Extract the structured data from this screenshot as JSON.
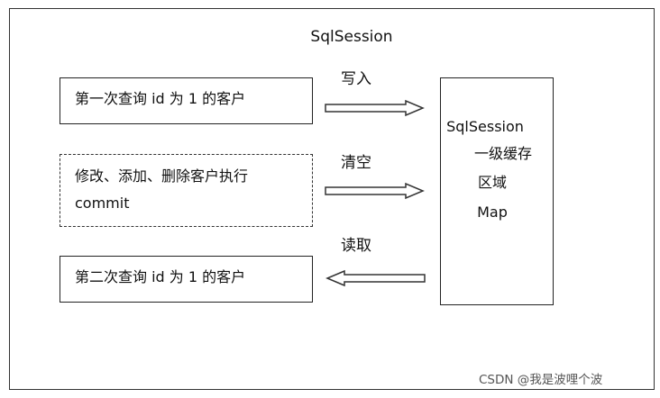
{
  "diagram": {
    "title": "SqlSession",
    "steps": [
      {
        "lines": [
          "第一次查询 id 为 1 的客户"
        ]
      },
      {
        "lines": [
          "修改、添加、删除客户执行",
          "commit"
        ]
      },
      {
        "lines": [
          "第二次查询 id 为 1 的客户"
        ]
      }
    ],
    "arrows": [
      {
        "label": "写入"
      },
      {
        "label": "清空"
      },
      {
        "label": "读取"
      }
    ],
    "cache": {
      "lines": [
        "SqlSession",
        "一级缓存",
        "区域",
        "Map"
      ]
    }
  },
  "watermark": "CSDN @我是波哩个波",
  "colors": {
    "stroke": "#333333",
    "text": "#111111",
    "background": "#ffffff"
  }
}
